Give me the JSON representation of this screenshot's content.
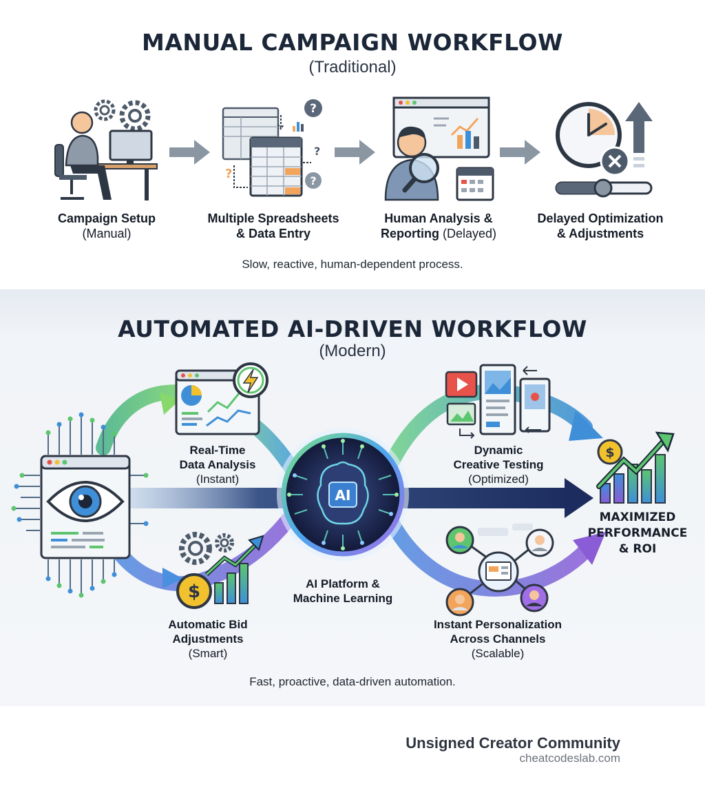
{
  "manual": {
    "title": "MANUAL CAMPAIGN WORKFLOW",
    "subtitle": "(Traditional)",
    "steps": [
      {
        "title": "Campaign Setup",
        "note": "(Manual)"
      },
      {
        "title": "Multiple Spreadsheets",
        "title2": "& Data Entry",
        "note": ""
      },
      {
        "title": "Human Analysis &",
        "title2": "Reporting",
        "note": "(Delayed)"
      },
      {
        "title": "Delayed Optimization",
        "title2": "& Adjustments",
        "note": ""
      }
    ],
    "caption": "Slow, reactive, human-dependent process."
  },
  "auto": {
    "title": "AUTOMATED AI-DRIVEN WORKFLOW",
    "subtitle": "(Modern)",
    "nodes": {
      "realtime": {
        "line1": "Real-Time",
        "line2": "Data Analysis",
        "note": "(Instant)"
      },
      "bid": {
        "line1": "Automatic Bid",
        "line2": "Adjustments",
        "note": "(Smart)"
      },
      "platform": {
        "line1": "AI Platform &",
        "line2": "Machine Learning",
        "chip": "AI"
      },
      "creative": {
        "line1": "Dynamic",
        "line2": "Creative Testing",
        "note": "(Optimized)"
      },
      "personal": {
        "line1": "Instant Personalization",
        "line2": "Across Channels",
        "note": "(Scalable)"
      },
      "result": {
        "line1": "MAXIMIZED",
        "line2": "PERFORMANCE",
        "line3": "& ROI"
      }
    },
    "caption": "Fast, proactive, data-driven automation."
  },
  "footer": {
    "name": "Unsigned Creator Community",
    "url": "cheatcodeslab.com"
  },
  "colors": {
    "navy": "#1b2738",
    "green": "#5dc56f",
    "blue": "#3f8fd8",
    "purple": "#8a5cd6",
    "orange": "#f3a45b",
    "gold": "#f2c12e"
  }
}
